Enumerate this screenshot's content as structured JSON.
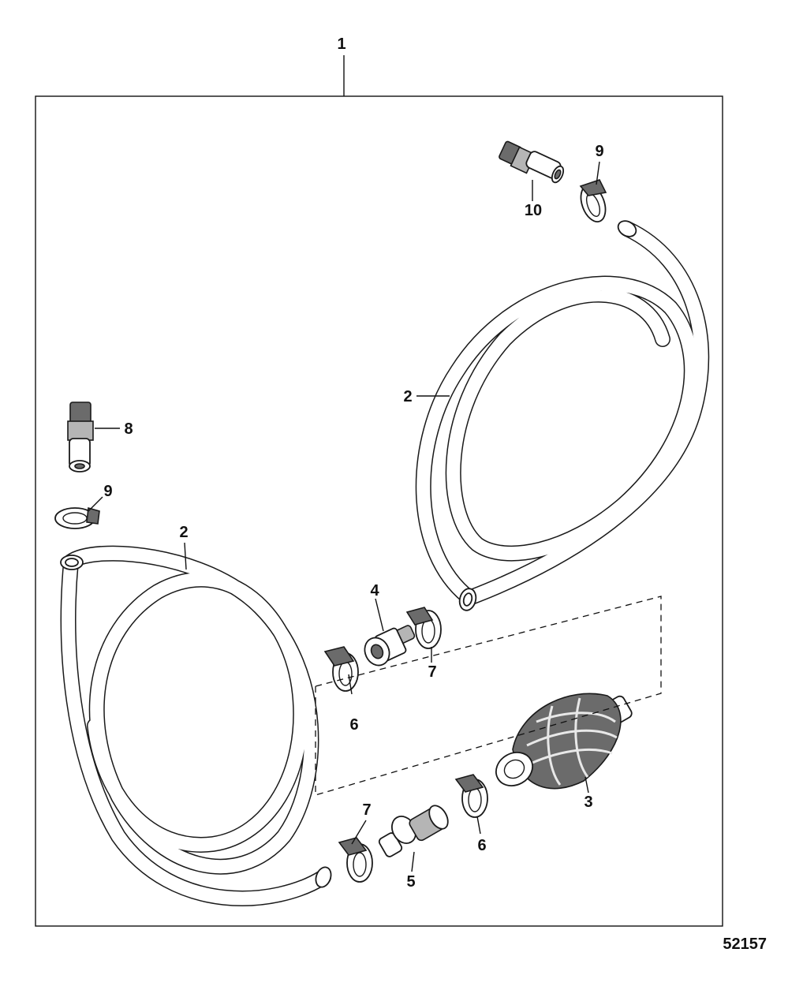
{
  "diagram": {
    "reference_number": "52157",
    "callouts": [
      {
        "id": "kit",
        "label": "1"
      },
      {
        "id": "hose-right",
        "label": "2"
      },
      {
        "id": "hose-left",
        "label": "2"
      },
      {
        "id": "primer-bulb",
        "label": "3"
      },
      {
        "id": "fitting-4",
        "label": "4"
      },
      {
        "id": "fitting-5",
        "label": "5"
      },
      {
        "id": "clamp-6-top",
        "label": "6"
      },
      {
        "id": "clamp-6-bottom",
        "label": "6"
      },
      {
        "id": "clamp-7-top",
        "label": "7"
      },
      {
        "id": "clamp-7-bottom",
        "label": "7"
      },
      {
        "id": "fitting-8",
        "label": "8"
      },
      {
        "id": "clamp-9-left",
        "label": "9"
      },
      {
        "id": "clamp-9-right",
        "label": "9"
      },
      {
        "id": "fitting-10",
        "label": "10"
      }
    ]
  }
}
